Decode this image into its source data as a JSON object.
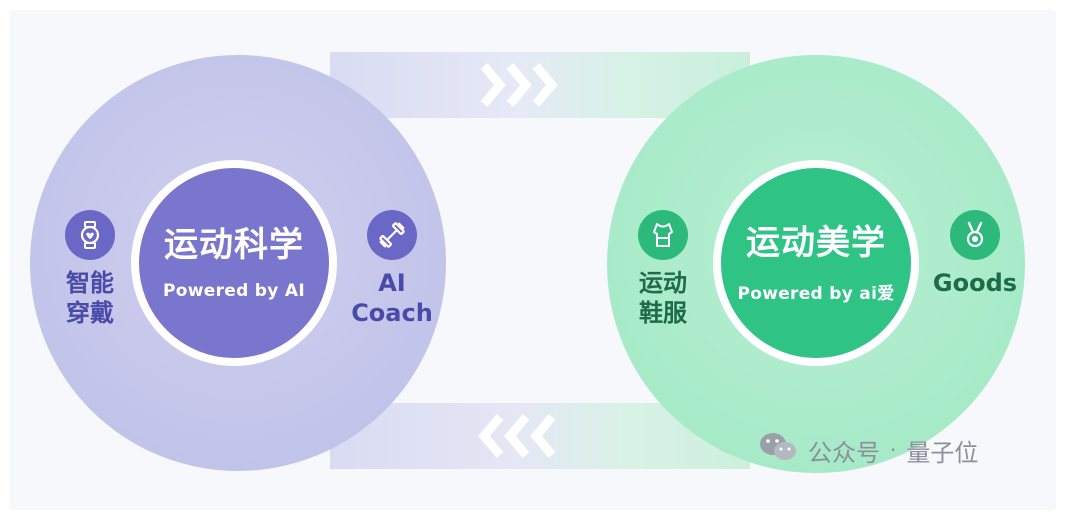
{
  "left_circle": {
    "title": "运动科学",
    "subtitle": "Powered by AI",
    "feature_left": {
      "line1": "智能",
      "line2": "穿戴",
      "icon": "smartwatch-icon"
    },
    "feature_right": {
      "line1": "AI",
      "line2": "Coach",
      "icon": "dumbbell-icon"
    }
  },
  "right_circle": {
    "title": "运动美学",
    "subtitle": "Powered by ai爱",
    "feature_left": {
      "line1": "运动",
      "line2": "鞋服",
      "icon": "sports-top-icon"
    },
    "feature_right": {
      "label": "Goods",
      "icon": "medal-icon"
    }
  },
  "watermark": {
    "text1": "公众号",
    "sep": "·",
    "text2": "量子位"
  },
  "colors": {
    "purple_core": "#7a76cd",
    "green_core": "#2fc386",
    "purple_outer": "#c4c5ea",
    "green_outer": "#a9ebca"
  }
}
